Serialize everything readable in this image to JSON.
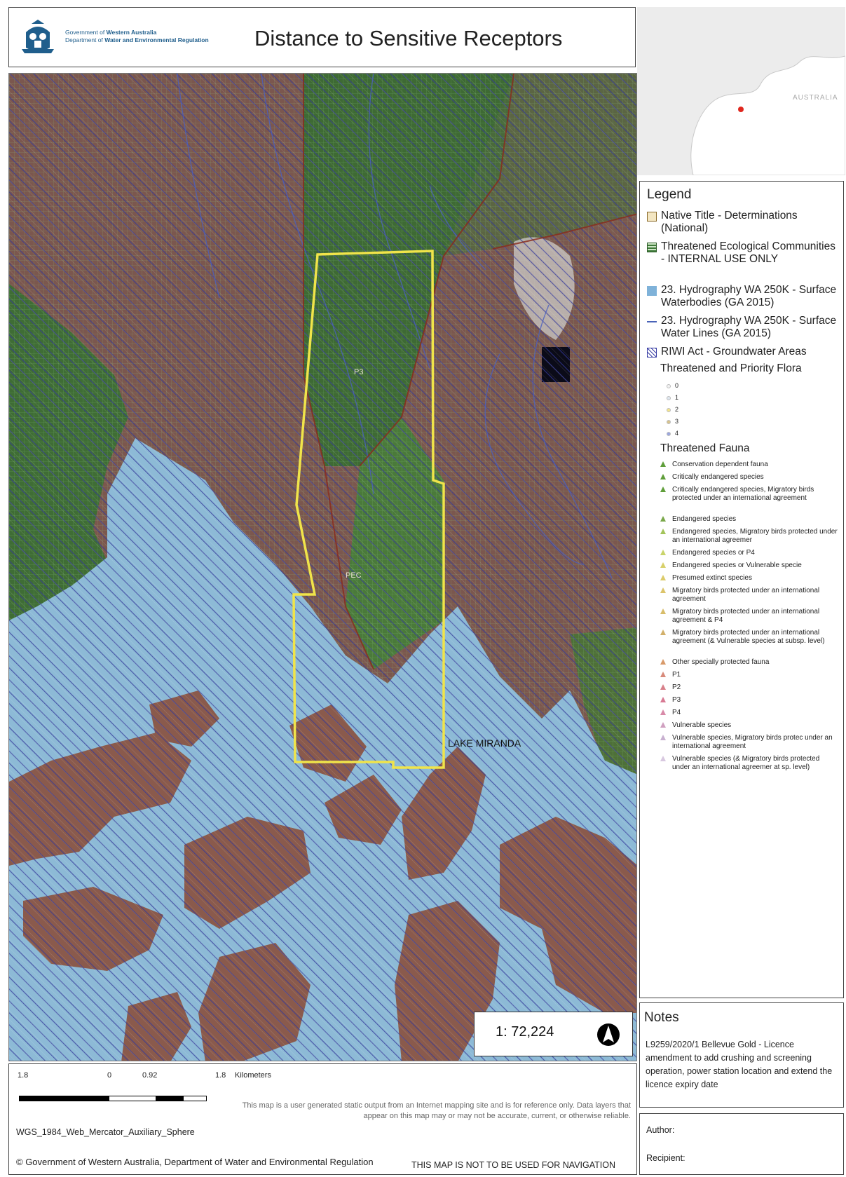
{
  "header": {
    "gov_prefix": "Government of ",
    "gov_name": "Western Australia",
    "dept_prefix": "Department of ",
    "dept_name": "Water and Environmental Regulation",
    "title": "Distance to Sensitive Receptors"
  },
  "inset": {
    "country_label": "AUSTRALIA",
    "marker_color": "#e0271e"
  },
  "map": {
    "lake_label": "LAKE MIRANDA",
    "small_label_1": "P3",
    "small_label_2": "PEC"
  },
  "scale_box": {
    "ratio": "1: 72,224"
  },
  "legend": {
    "title": "Legend",
    "layers": [
      {
        "label": "Native Title - Determinations (National)",
        "swatch": "native-title",
        "color": "#c8a15a"
      },
      {
        "label": "Threatened Ecological Communities - INTERNAL USE ONLY",
        "swatch": "tec",
        "color": "#3f7a3a"
      },
      {
        "label": "23. Hydrography WA 250K - Surface Waterbodies (GA 2015)",
        "swatch": "waterbody",
        "color": "#7fb2d9"
      },
      {
        "label": "23. Hydrography WA 250K - Surface Water Lines (GA 2015)",
        "swatch": "water-line",
        "color": "#4a63b8"
      },
      {
        "label": "RIWI Act - Groundwater Areas",
        "swatch": "riwi",
        "color": "#3a3fa5"
      }
    ],
    "flora_heading": "Threatened and Priority Flora",
    "flora_classes": [
      "0",
      "1",
      "2",
      "3",
      "4"
    ],
    "fauna_heading": "Threatened Fauna",
    "fauna_classes": [
      "Conservation dependent fauna",
      "Critically endangered species",
      "Critically endangered species, Migratory birds protected under an international agreement",
      "Endangered species",
      "Endangered species, Migratory birds protected under an international agreemer",
      "Endangered species or P4",
      "Endangered species or Vulnerable specie",
      "Presumed extinct species",
      "Migratory birds protected under an international agreement",
      "Migratory birds protected under an international agreement & P4",
      "Migratory birds protected under an international agreement (& Vulnerable species at subsp. level)",
      "Other specially protected fauna",
      "P1",
      "P2",
      "P3",
      "P4",
      "Vulnerable species",
      "Vulnerable species, Migratory birds protec under an international agreement",
      "Vulnerable species (& Migratory birds protected under an international agreemer at sp. level)"
    ]
  },
  "notes": {
    "title": "Notes",
    "body": "L9259/2020/1 Bellevue Gold - Licence amendment to add crushing and screening operation, power station location and extend the licence expiry date"
  },
  "author_label": "Author:",
  "recipient_label": "Recipient:",
  "footer": {
    "scale_labels": [
      "1.8",
      "0",
      "0.92",
      "1.8",
      "Kilometers"
    ],
    "crs": "WGS_1984_Web_Mercator_Auxiliary_Sphere",
    "disclaimer": "This map is a user generated static output from an Internet mapping site and is for reference only. Data layers that appear on this map may or may not be accurate, current, or otherwise reliable.",
    "copyright": "© Government of Western Australia, Department of Water and Environmental Regulation",
    "navigation_warning": "THIS MAP IS NOT TO BE USED FOR NAVIGATION"
  }
}
